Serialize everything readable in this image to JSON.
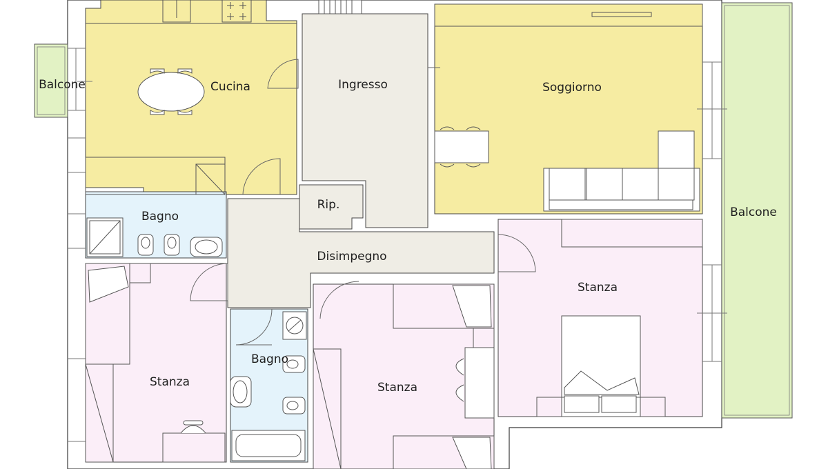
{
  "plan": {
    "rooms": [
      {
        "id": "balcone-left",
        "label": "Balcone",
        "color": "#e2f2c4"
      },
      {
        "id": "cucina",
        "label": "Cucina",
        "color": "#f6eca2"
      },
      {
        "id": "ingresso",
        "label": "Ingresso",
        "color": "#efede5"
      },
      {
        "id": "soggiorno",
        "label": "Soggiorno",
        "color": "#f6eca2"
      },
      {
        "id": "balcone-right",
        "label": "Balcone",
        "color": "#e2f2c4"
      },
      {
        "id": "bagno-top",
        "label": "Bagno",
        "color": "#e4f3fb"
      },
      {
        "id": "ripostiglio",
        "label": "Rip.",
        "color": "#efede5"
      },
      {
        "id": "disimpegno",
        "label": "Disimpegno",
        "color": "#efede5"
      },
      {
        "id": "stanza-left",
        "label": "Stanza",
        "color": "#fbeef8"
      },
      {
        "id": "bagno-bottom",
        "label": "Bagno",
        "color": "#e4f3fb"
      },
      {
        "id": "stanza-middle",
        "label": "Stanza",
        "color": "#fbeef8"
      },
      {
        "id": "stanza-right",
        "label": "Stanza",
        "color": "#fbeef8"
      }
    ]
  }
}
